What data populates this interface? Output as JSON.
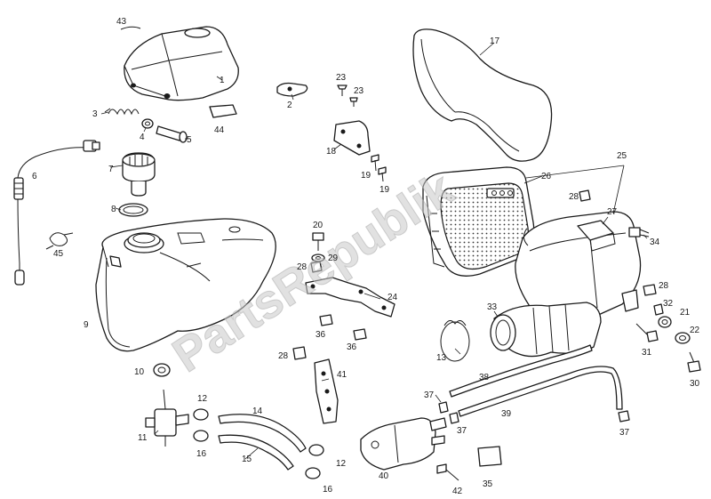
{
  "watermark": "PartsRepublik",
  "callouts": [
    {
      "id": "c43",
      "label": "43"
    },
    {
      "id": "c1",
      "label": "1"
    },
    {
      "id": "c3",
      "label": "3"
    },
    {
      "id": "c4",
      "label": "4"
    },
    {
      "id": "c5",
      "label": "5"
    },
    {
      "id": "c44",
      "label": "44"
    },
    {
      "id": "c2",
      "label": "2"
    },
    {
      "id": "c23a",
      "label": "23"
    },
    {
      "id": "c23b",
      "label": "23"
    },
    {
      "id": "c17",
      "label": "17"
    },
    {
      "id": "c6",
      "label": "6"
    },
    {
      "id": "c7",
      "label": "7"
    },
    {
      "id": "c8",
      "label": "8"
    },
    {
      "id": "c45",
      "label": "45"
    },
    {
      "id": "c18",
      "label": "18"
    },
    {
      "id": "c19a",
      "label": "19"
    },
    {
      "id": "c19b",
      "label": "19"
    },
    {
      "id": "c26",
      "label": "26"
    },
    {
      "id": "c25",
      "label": "25"
    },
    {
      "id": "c28a",
      "label": "28"
    },
    {
      "id": "c27",
      "label": "27"
    },
    {
      "id": "c34",
      "label": "34"
    },
    {
      "id": "c9",
      "label": "9"
    },
    {
      "id": "c20",
      "label": "20"
    },
    {
      "id": "c28b",
      "label": "28"
    },
    {
      "id": "c29",
      "label": "29"
    },
    {
      "id": "c24",
      "label": "24"
    },
    {
      "id": "c28c",
      "label": "28"
    },
    {
      "id": "c32",
      "label": "32"
    },
    {
      "id": "c21",
      "label": "21"
    },
    {
      "id": "c22",
      "label": "22"
    },
    {
      "id": "c33",
      "label": "33"
    },
    {
      "id": "c36a",
      "label": "36"
    },
    {
      "id": "c36b",
      "label": "36"
    },
    {
      "id": "c28d",
      "label": "28"
    },
    {
      "id": "c13",
      "label": "13"
    },
    {
      "id": "c31",
      "label": "31"
    },
    {
      "id": "c30",
      "label": "30"
    },
    {
      "id": "c10",
      "label": "10"
    },
    {
      "id": "c41",
      "label": "41"
    },
    {
      "id": "c38",
      "label": "38"
    },
    {
      "id": "c12a",
      "label": "12"
    },
    {
      "id": "c14",
      "label": "14"
    },
    {
      "id": "c37a",
      "label": "37"
    },
    {
      "id": "c39",
      "label": "39"
    },
    {
      "id": "c11",
      "label": "11"
    },
    {
      "id": "c37b",
      "label": "37"
    },
    {
      "id": "c37c",
      "label": "37"
    },
    {
      "id": "c16a",
      "label": "16"
    },
    {
      "id": "c15",
      "label": "15"
    },
    {
      "id": "c12b",
      "label": "12"
    },
    {
      "id": "c40",
      "label": "40"
    },
    {
      "id": "c35",
      "label": "35"
    },
    {
      "id": "c16b",
      "label": "16"
    },
    {
      "id": "c42",
      "label": "42"
    }
  ]
}
